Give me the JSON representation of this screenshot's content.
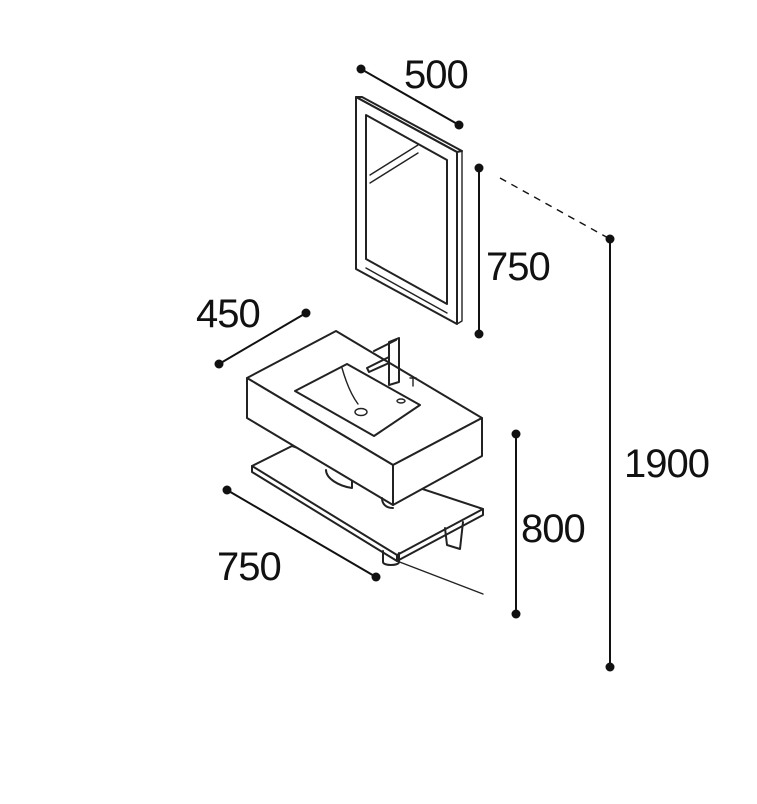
{
  "dimensions": {
    "mirror_width": "500",
    "mirror_height": "750",
    "counter_depth": "450",
    "counter_width": "750",
    "counter_height": "800",
    "total_height": "1900"
  },
  "colors": {
    "line": "#222222",
    "background": "#ffffff"
  }
}
